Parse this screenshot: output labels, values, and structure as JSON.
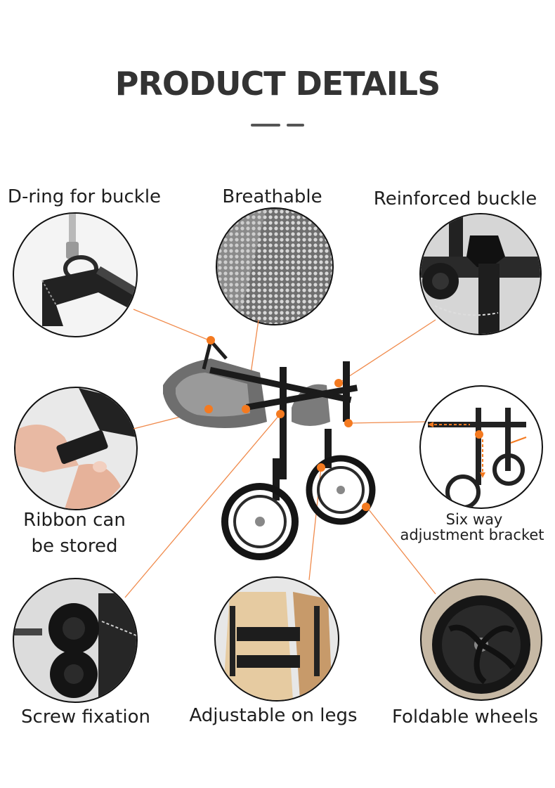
{
  "header": {
    "title": "PRODUCT DETAILS"
  },
  "features": {
    "d_ring": "D-ring for buckle",
    "breathable": "Breathable",
    "reinforced_buckle": "Reinforced buckle",
    "ribbon_line1": "Ribbon can",
    "ribbon_line2": "be stored",
    "six_way_line1": "Six way",
    "six_way_line2": "adjustment bracket",
    "screw": "Screw fixation",
    "adjustable": "Adjustable on legs",
    "foldable": "Foldable wheels"
  },
  "colors": {
    "accent": "#f47a20",
    "frame": "#1b1b1b",
    "title": "#333333"
  }
}
